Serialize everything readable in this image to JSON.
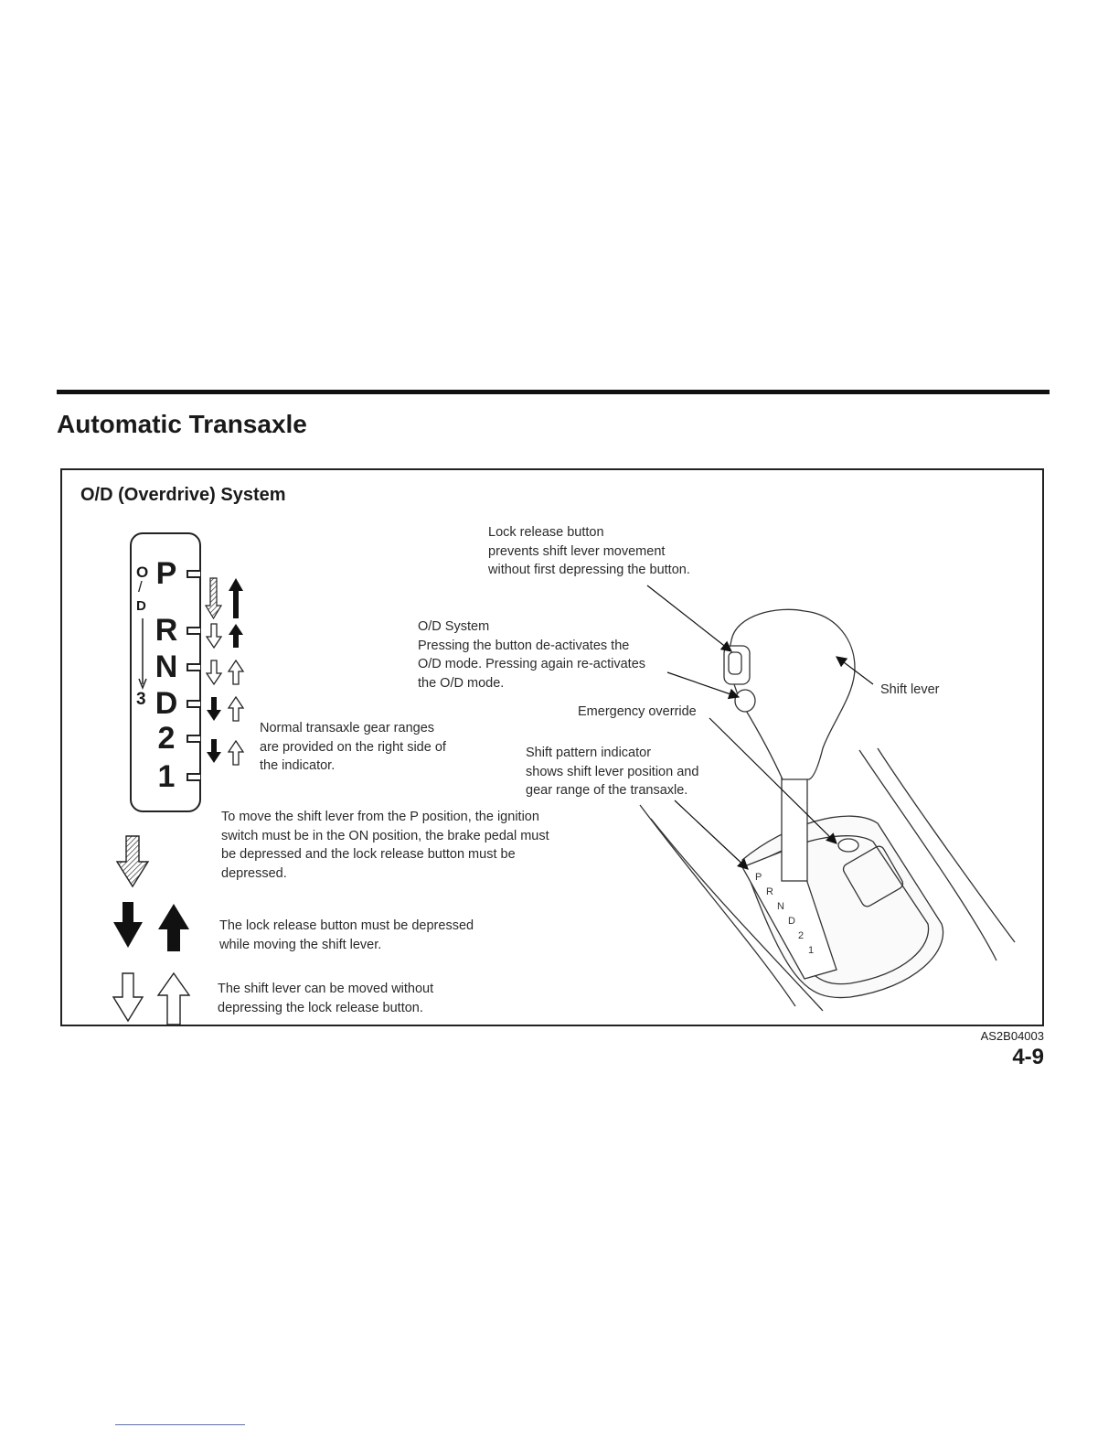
{
  "section_title": "Automatic Transaxle",
  "box_title": "O/D (Overdrive) System",
  "indicator": {
    "gears": [
      "P",
      "R",
      "N",
      "D",
      "2",
      "1"
    ],
    "od_letters": [
      "O",
      "/",
      "D"
    ],
    "od_range_number": "3"
  },
  "callouts": {
    "lock_release": "Lock release button\nprevents shift lever movement\nwithout first depressing the button.",
    "od_system": "O/D System\nPressing the button de-activates the\nO/D mode. Pressing again re-activates\nthe O/D mode.",
    "emergency_override": "Emergency override",
    "shift_lever": "Shift lever",
    "shift_pattern": "Shift pattern indicator\nshows shift lever position and\ngear range of the transaxle.",
    "normal_ranges": "Normal transaxle gear ranges\nare provided on the right side of\nthe indicator."
  },
  "legend": {
    "hatched": "To move the shift lever from the P position, the ignition\nswitch must be in the ON position, the brake pedal must\nbe depressed and the lock release button must be\ndepressed.",
    "solid": "The lock release button must be depressed\nwhile moving the shift lever.",
    "outline": "The shift lever can be moved without\ndepressing the lock release button."
  },
  "image_code": "AS2B04003",
  "page_number": "4-9",
  "icons": [
    "hatched-down-arrow-icon",
    "solid-up-arrow-icon",
    "solid-down-arrow-icon",
    "outline-up-arrow-icon",
    "outline-down-arrow-icon",
    "shift-lever-illustration"
  ]
}
